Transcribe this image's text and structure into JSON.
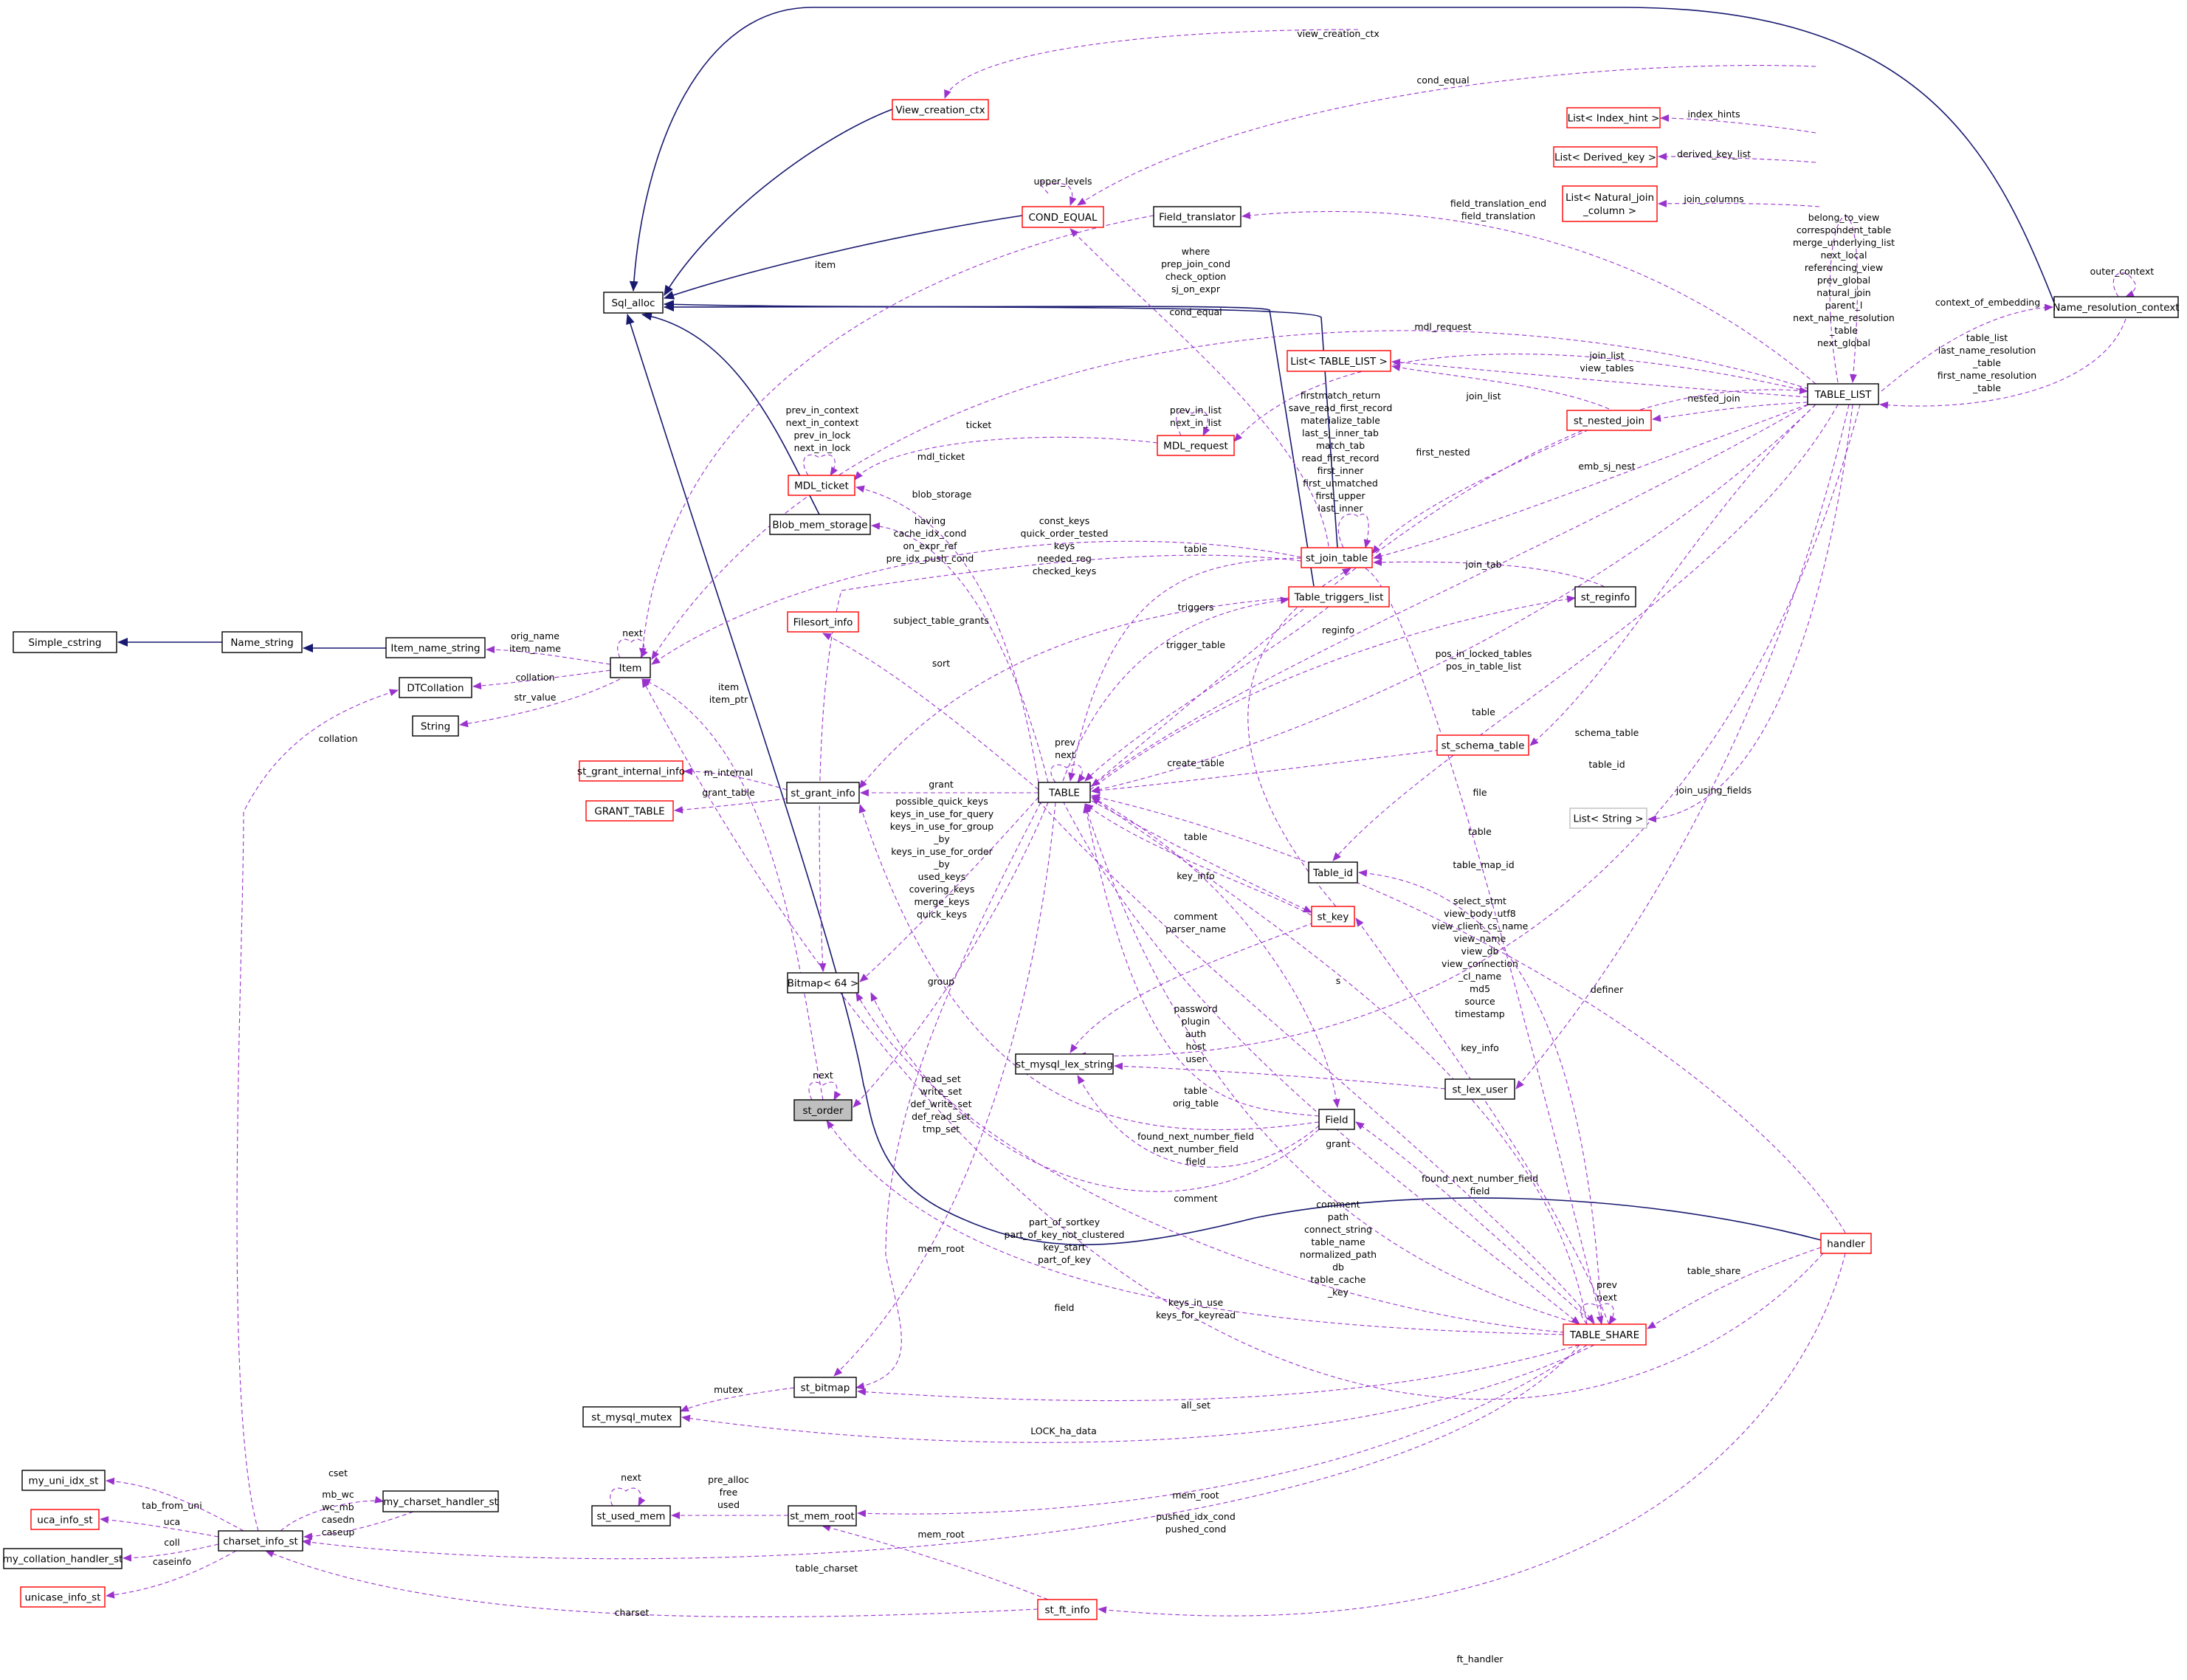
{
  "colors": {
    "inheritance": "#191970",
    "usage": "#9a32cd",
    "node_border": "#000000",
    "node_border_incomplete": "#ff0000",
    "node_border_undocumented": "#bfbfbf",
    "node_focus_fill": "#bfbfbf",
    "text": "#000000"
  },
  "nodes": {
    "st_order": "st_order",
    "sql_alloc": "Sql_alloc",
    "view_creation_ctx": "View_creation_ctx",
    "cond_equal": "COND_EQUAL",
    "field_translator": "Field_translator",
    "list_index_hint": "List< Index_hint >",
    "list_derived_key": "List< Derived_key >",
    "list_natural_join": [
      "List< Natural_join",
      "_column >"
    ],
    "name_resolution_context": "Name_resolution_context",
    "table_list": "TABLE_LIST",
    "list_table_list": "List< TABLE_LIST >",
    "st_nested_join": "st_nested_join",
    "mdl_request": "MDL_request",
    "mdl_ticket": "MDL_ticket",
    "blob_mem_storage": "Blob_mem_storage",
    "st_join_table": "st_join_table",
    "table_triggers_list": "Table_triggers_list",
    "st_reginfo": "st_reginfo",
    "filesort_info": "Filesort_info",
    "simple_cstring": "Simple_cstring",
    "name_string": "Name_string",
    "item_name_string": "Item_name_string",
    "item": "Item",
    "dtcollation": "DTCollation",
    "string": "String",
    "st_grant_internal_info": "st_grant_internal_info",
    "grant_table": "GRANT_TABLE",
    "st_grant_info": "st_grant_info",
    "table": "TABLE",
    "st_schema_table": "st_schema_table",
    "list_string": "List< String >",
    "table_id": "Table_id",
    "st_key": "st_key",
    "bitmap64": "Bitmap< 64 >",
    "st_mysql_lex_string": "st_mysql_lex_string",
    "st_lex_user": "st_lex_user",
    "field": "Field",
    "handler": "handler",
    "table_share": "TABLE_SHARE",
    "st_bitmap": "st_bitmap",
    "st_mysql_mutex": "st_mysql_mutex",
    "my_uni_idx_st": "my_uni_idx_st",
    "my_charset_handler_st": "my_charset_handler_st",
    "uca_info_st": "uca_info_st",
    "charset_info_st": "charset_info_st",
    "my_collation_handler_st": "my_collation_handler_st",
    "unicase_info_st": "unicase_info_st",
    "st_used_mem": "st_used_mem",
    "st_mem_root": "st_mem_root",
    "st_ft_info": "st_ft_info"
  },
  "edge_labels": {
    "view_creation_ctx": [
      "view_creation_ctx"
    ],
    "cond_equal_tl": [
      "cond_equal"
    ],
    "upper_levels": [
      "upper_levels"
    ],
    "index_hints": [
      "index_hints"
    ],
    "derived_key_list": [
      "derived_key_list"
    ],
    "join_columns": [
      "join_columns"
    ],
    "field_translation": [
      "field_translation_end",
      "field_translation"
    ],
    "item_field_translator": [
      "item"
    ],
    "table_list_self": [
      "belong_to_view",
      "correspondent_table",
      "merge_underlying_list",
      "next_local",
      "referencing_view",
      "prev_global",
      "natural_join",
      "parent_l",
      "next_name_resolution",
      "_table",
      "next_global"
    ],
    "outer_context": [
      "outer_context"
    ],
    "context_of_embedding": [
      "context_of_embedding"
    ],
    "name_res_tl": [
      "table_list",
      "last_name_resolution",
      "_table",
      "first_name_resolution",
      "_table"
    ],
    "where": [
      "where",
      "prep_join_cond",
      "check_option",
      "sj_on_expr"
    ],
    "cond_equal_jt": [
      "cond_equal"
    ],
    "mdl_request": [
      "mdl_request"
    ],
    "join_list": [
      "join_list",
      "view_tables"
    ],
    "join_list_nested": [
      "join_list"
    ],
    "nested_join": [
      "nested_join"
    ],
    "mdl_request_self": [
      "prev_in_list",
      "next_in_list"
    ],
    "ticket": [
      "ticket"
    ],
    "mdl_ticket_self": [
      "prev_in_context",
      "next_in_context",
      "prev_in_lock",
      "next_in_lock"
    ],
    "mdl_ticket": [
      "mdl_ticket"
    ],
    "join_table_fields": [
      "firstmatch_return",
      "save_read_first_record",
      "materialize_table",
      "last_sj_inner_tab",
      "match_tab",
      "read_first_record",
      "first_inner",
      "first_unmatched",
      "first_upper",
      "last_inner"
    ],
    "first_nested": [
      "first_nested"
    ],
    "emb_sj_nest": [
      "emb_sj_nest"
    ],
    "blob_storage": [
      "blob_storage"
    ],
    "having": [
      "having",
      "cache_idx_cond",
      "on_expr_ref",
      "pre_idx_push_cond"
    ],
    "const_keys": [
      "const_keys",
      "quick_order_tested",
      "keys",
      "needed_reg",
      "checked_keys"
    ],
    "table_jt": [
      "table"
    ],
    "join_tab": [
      "join_tab"
    ],
    "triggers": [
      "triggers"
    ],
    "subject_table_grants": [
      "subject_table_grants"
    ],
    "reginfo": [
      "reginfo"
    ],
    "trigger_table": [
      "trigger_table"
    ],
    "pos_in_locked": [
      "pos_in_locked_tables",
      "pos_in_table_list"
    ],
    "sort": [
      "sort"
    ],
    "item_next": [
      "next"
    ],
    "orig_name": [
      "orig_name",
      "item_name"
    ],
    "collation": [
      "collation"
    ],
    "str_value": [
      "str_value"
    ],
    "collation_cs": [
      "collation"
    ],
    "table_tl": [
      "table"
    ],
    "schema_table": [
      "schema_table"
    ],
    "item_ptr": [
      "item",
      "item_ptr"
    ],
    "m_internal": [
      "m_internal"
    ],
    "grant_table": [
      "grant_table"
    ],
    "grant": [
      "grant"
    ],
    "prev_next_table": [
      "prev",
      "next"
    ],
    "create_table": [
      "create_table"
    ],
    "table_id": [
      "table_id"
    ],
    "file": [
      "file"
    ],
    "join_using_fields": [
      "join_using_fields"
    ],
    "bitmap_keys": [
      "possible_quick_keys",
      "keys_in_use_for_query",
      "keys_in_use_for_group",
      "_by",
      "keys_in_use_for_order",
      "_by",
      "used_keys",
      "covering_keys",
      "merge_keys",
      "quick_keys"
    ],
    "table_key": [
      "table"
    ],
    "key_info": [
      "key_info"
    ],
    "table_share_table": [
      "table"
    ],
    "table_map_id": [
      "table_map_id"
    ],
    "comment_parser": [
      "comment",
      "parser_name"
    ],
    "s": [
      "s"
    ],
    "view_strings": [
      "select_stmt",
      "view_body_utf8",
      "view_client_cs_name",
      "view_name",
      "view_db",
      "view_connection",
      "_cl_name",
      "md5",
      "source",
      "timestamp"
    ],
    "definer": [
      "definer"
    ],
    "group": [
      "group"
    ],
    "lex_user_strings": [
      "password",
      "plugin",
      "auth",
      "host",
      "user"
    ],
    "key_info_share": [
      "key_info"
    ],
    "order_next": [
      "next"
    ],
    "read_set": [
      "read_set",
      "write_set",
      "def_write_set",
      "def_read_set",
      "tmp_set"
    ],
    "table_orig": [
      "table",
      "orig_table"
    ],
    "found_next": [
      "found_next_number_field",
      "next_number_field",
      "field"
    ],
    "grant_field": [
      "grant"
    ],
    "comment_field": [
      "comment"
    ],
    "found_next_share": [
      "found_next_number_field",
      "field"
    ],
    "share_strings": [
      "comment",
      "path",
      "connect_string",
      "table_name",
      "normalized_path",
      "db",
      "table_cache",
      "_key"
    ],
    "part_of_sortkey": [
      "part_of_sortkey",
      "part_of_key_not_clustered",
      "key_start",
      "part_of_key"
    ],
    "mem_root": [
      "mem_root"
    ],
    "table_share_edge": [
      "table_share"
    ],
    "share_prev_next": [
      "prev",
      "next"
    ],
    "keys_in_use": [
      "keys_in_use",
      "keys_for_keyread"
    ],
    "field_edge": [
      "field"
    ],
    "mutex": [
      "mutex"
    ],
    "all_set": [
      "all_set"
    ],
    "lock_ha_data": [
      "LOCK_ha_data"
    ],
    "cset": [
      "cset"
    ],
    "tab_from_uni": [
      "tab_from_uni"
    ],
    "cset_members": [
      "mb_wc",
      "wc_mb",
      "casedn",
      "caseup"
    ],
    "uca": [
      "uca"
    ],
    "coll": [
      "coll"
    ],
    "caseinfo": [
      "caseinfo"
    ],
    "used_mem_next": [
      "next"
    ],
    "pre_alloc": [
      "pre_alloc",
      "free",
      "used"
    ],
    "mem_root_share": [
      "mem_root"
    ],
    "pushed_cond": [
      "pushed_idx_cond",
      "pushed_cond"
    ],
    "table_charset": [
      "table_charset"
    ],
    "mem_root_ft": [
      "mem_root"
    ],
    "charset": [
      "charset"
    ],
    "ft_handler": [
      "ft_handler"
    ]
  }
}
